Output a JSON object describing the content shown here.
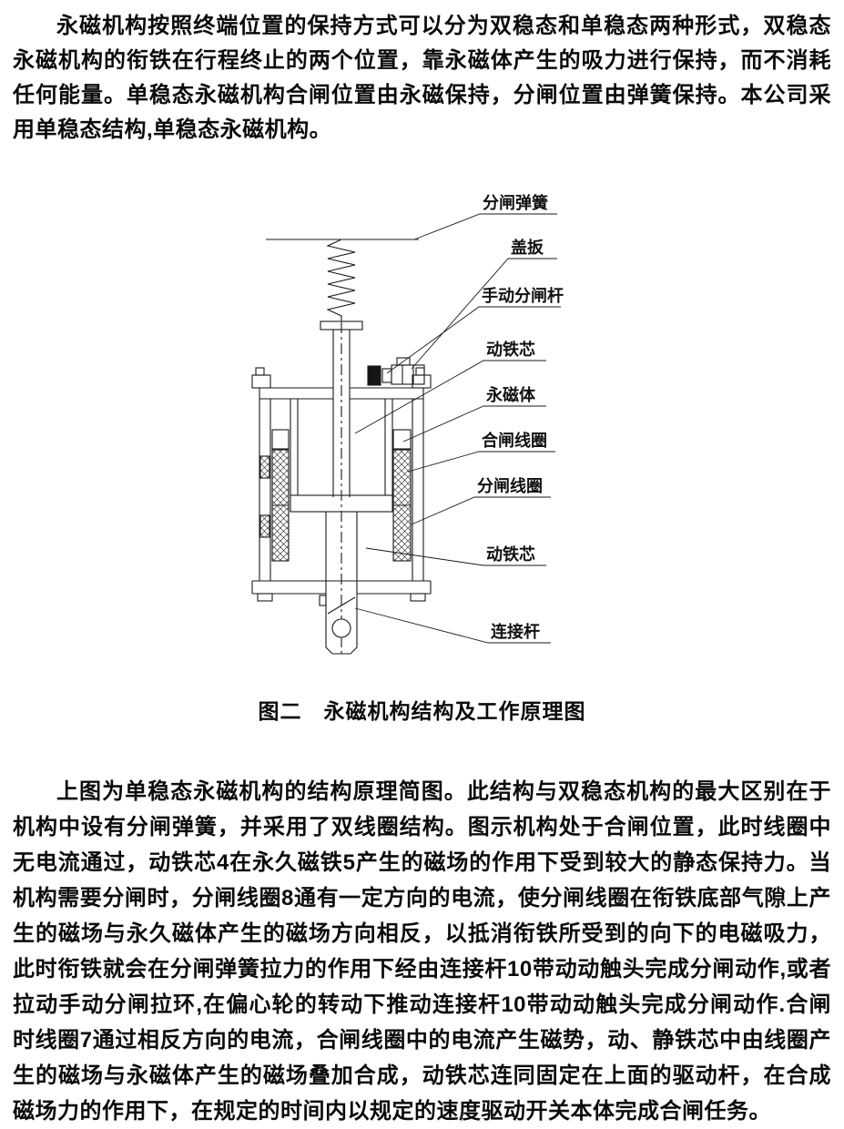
{
  "document": {
    "colors": {
      "ink": "#1a1a1a",
      "paper": "#ffffff"
    },
    "paragraphs": {
      "intro": "永磁机构按照终端位置的保持方式可以分为双稳态和单稳态两种形式，双稳态永磁机构的衔铁在行程终止的两个位置，靠永磁体产生的吸力进行保持，而不消耗任何能量。单稳态永磁机构合闸位置由永磁保持，分闸位置由弹簧保持。本公司采用单稳态结构,单稳态永磁机构。",
      "body": "上图为单稳态永磁机构的结构原理简图。此结构与双稳态机构的最大区别在于机构中设有分闸弹簧，并采用了双线圈结构。图示机构处于合闸位置，此时线圈中无电流通过，动铁芯4在永久磁铁5产生的磁场的作用下受到较大的静态保持力。当机构需要分闸时，分闸线圈8通有一定方向的电流，使分闸线圈在衔铁底部气隙上产生的磁场与永久磁体产生的磁场方向相反，以抵消衔铁所受到的向下的电磁吸力，此时衔铁就会在分闸弹簧拉力的作用下经由连接杆10带动动触头完成分闸动作,或者拉动手动分闸拉环,在偏心轮的转动下推动连接杆10带动动触头完成分闸动作.合闸时线圈7通过相反方向的电流，合闸线圈中的电流产生磁势，动、静铁芯中由线圈产生的磁场与永磁体产生的磁场叠加合成，动铁芯连同固定在上面的驱动杆，在合成磁场力的作用下，在规定的时间内以规定的速度驱动开关本体完成合闸任务。"
    },
    "figure": {
      "caption": "图二　永磁机构结构及工作原理图",
      "labels": [
        {
          "text": "分闸弹簧"
        },
        {
          "text": "盖扳"
        },
        {
          "text": "手动分闸杆"
        },
        {
          "text": "动铁芯"
        },
        {
          "text": "永磁体"
        },
        {
          "text": "合闸线圈"
        },
        {
          "text": "分闸线圈"
        },
        {
          "text": "动铁芯"
        },
        {
          "text": "连接杆"
        }
      ]
    }
  }
}
